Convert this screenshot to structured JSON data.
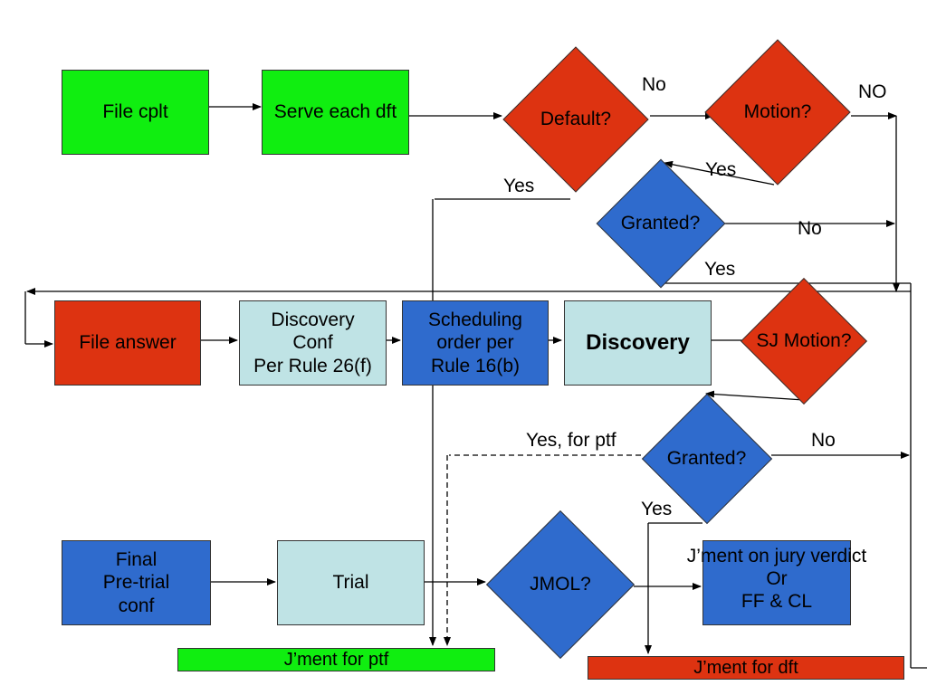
{
  "nodes": {
    "file_cplt": "File cplt",
    "serve_each_dft": "Serve each dft",
    "default_q": "Default?",
    "motion_q": "Motion?",
    "granted_q1": "Granted?",
    "file_answer": "File answer",
    "discovery_conf": "Discovery\nConf\nPer Rule 26(f)",
    "scheduling_order": "Scheduling\norder per\nRule 16(b)",
    "discovery": "Discovery",
    "sj_motion_q": "SJ Motion?",
    "granted_q2": "Granted?",
    "final_pretrial": "Final\nPre-trial\nconf",
    "trial": "Trial",
    "jmol_q": "JMOL?",
    "jment_jury": "J’ment on jury verdict\nOr\nFF & CL",
    "jment_ptf": "J’ment for ptf",
    "jment_dft": "J’ment for dft"
  },
  "edge_labels": {
    "default_no": "No",
    "motion_no": "NO",
    "motion_yes": "Yes",
    "default_yes": "Yes",
    "granted1_no": "No",
    "granted1_yes": "Yes",
    "granted2_yes_ptf": "Yes, for ptf",
    "granted2_no": "No",
    "granted2_yes": "Yes"
  },
  "colors": {
    "green": "#10ee10",
    "red": "#dd3311",
    "blue": "#2f6bcd",
    "light_blue": "#bfe3e5"
  }
}
